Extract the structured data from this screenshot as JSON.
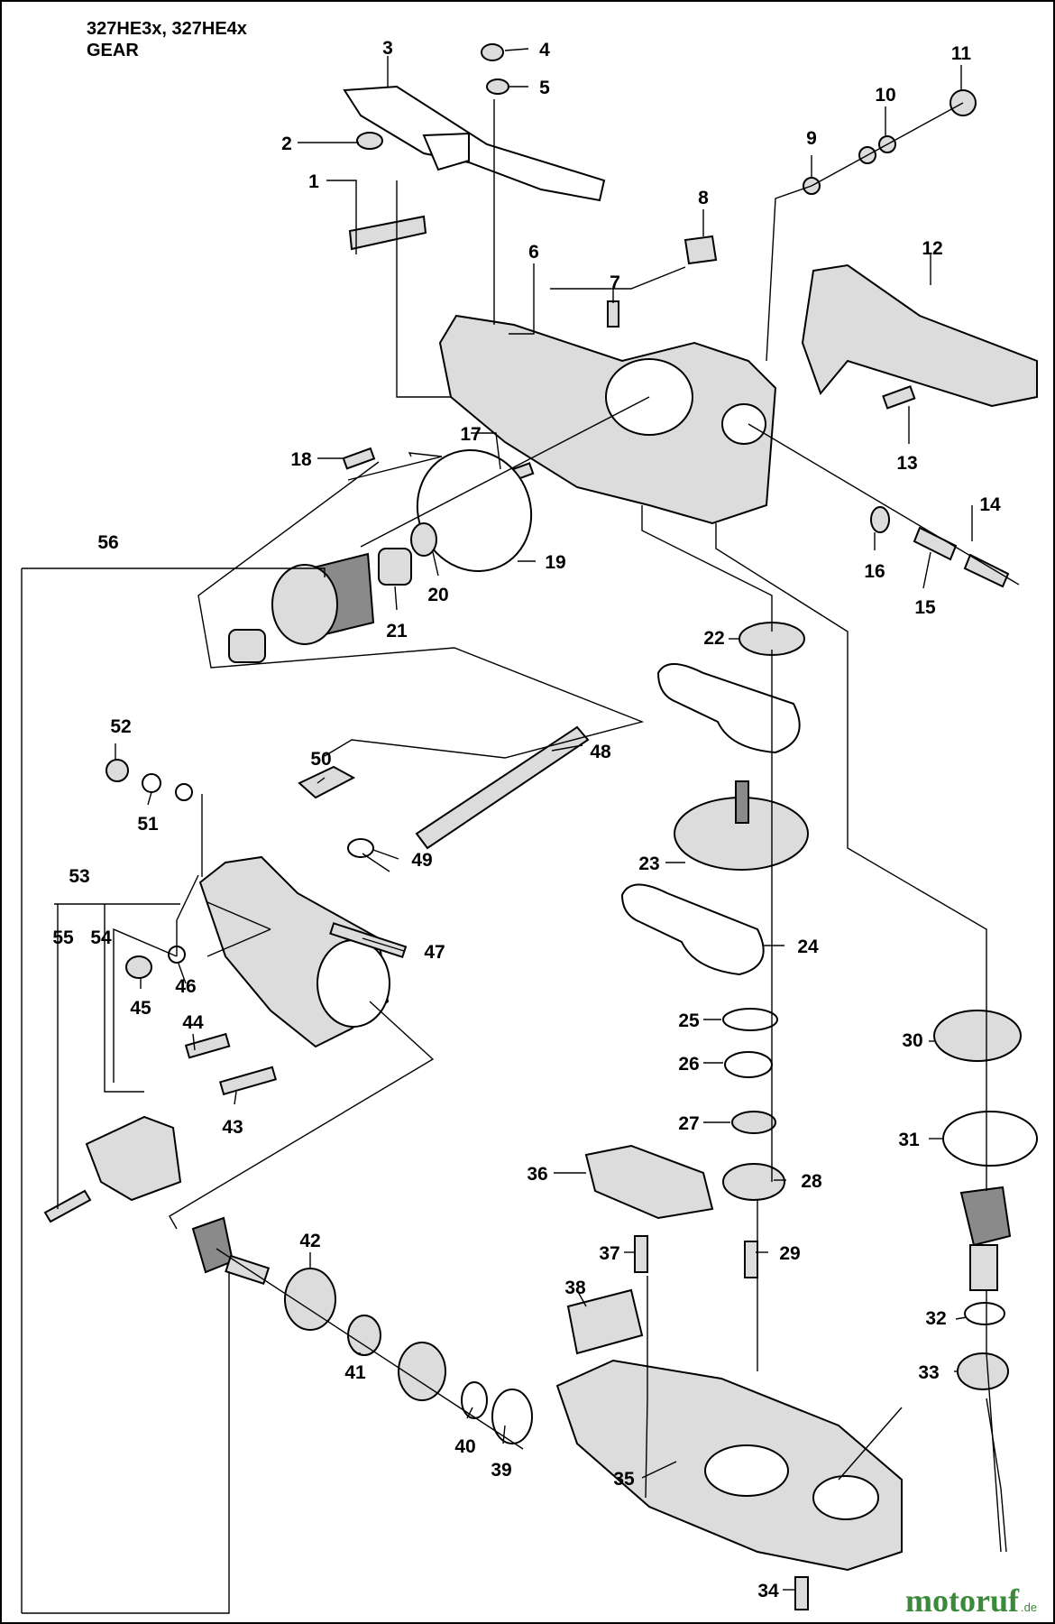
{
  "diagram": {
    "model_line": "327HE3x, 327HE4x",
    "section": "GEAR",
    "watermark": "motoruf",
    "watermark_tld": ".de"
  },
  "labels": [
    "1",
    "2",
    "3",
    "4",
    "5",
    "6",
    "7",
    "8",
    "9",
    "10",
    "11",
    "12",
    "13",
    "14",
    "15",
    "16",
    "17",
    "18",
    "19",
    "20",
    "21",
    "22",
    "23",
    "24",
    "25",
    "26",
    "27",
    "28",
    "29",
    "30",
    "31",
    "32",
    "33",
    "34",
    "35",
    "36",
    "37",
    "38",
    "39",
    "40",
    "41",
    "42",
    "43",
    "44",
    "45",
    "46",
    "47",
    "48",
    "49",
    "50",
    "51",
    "52",
    "53",
    "54",
    "55",
    "56"
  ]
}
